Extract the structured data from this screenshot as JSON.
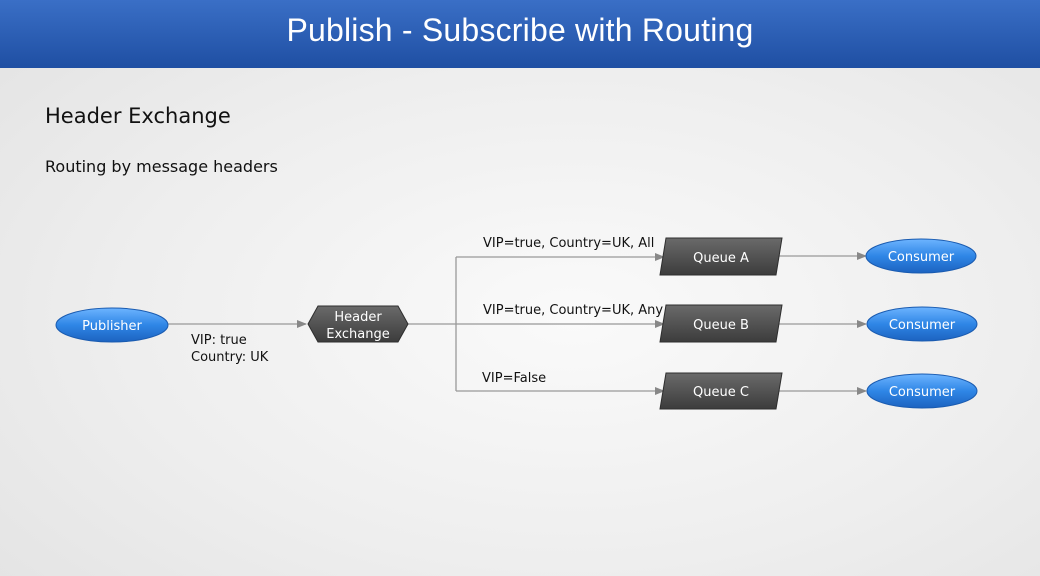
{
  "slide": {
    "title": "Publish - Subscribe with Routing",
    "heading": "Header Exchange",
    "subheading": "Routing by message headers"
  },
  "nodes": {
    "publisher": "Publisher",
    "exchange_line1": "Header",
    "exchange_line2": "Exchange",
    "queue_a": "Queue A",
    "queue_b": "Queue B",
    "queue_c": "Queue C",
    "consumer_a": "Consumer",
    "consumer_b": "Consumer",
    "consumer_c": "Consumer"
  },
  "labels": {
    "message_line1": "VIP: true",
    "message_line2": "Country: UK",
    "binding_a": "VIP=true, Country=UK, All",
    "binding_b": "VIP=true, Country=UK, Any",
    "binding_c": "VIP=False"
  },
  "colors": {
    "title_bar": "#2a5db0",
    "ellipse": "#2f86e6",
    "box": "#4a4a4a",
    "arrow": "#888888"
  }
}
